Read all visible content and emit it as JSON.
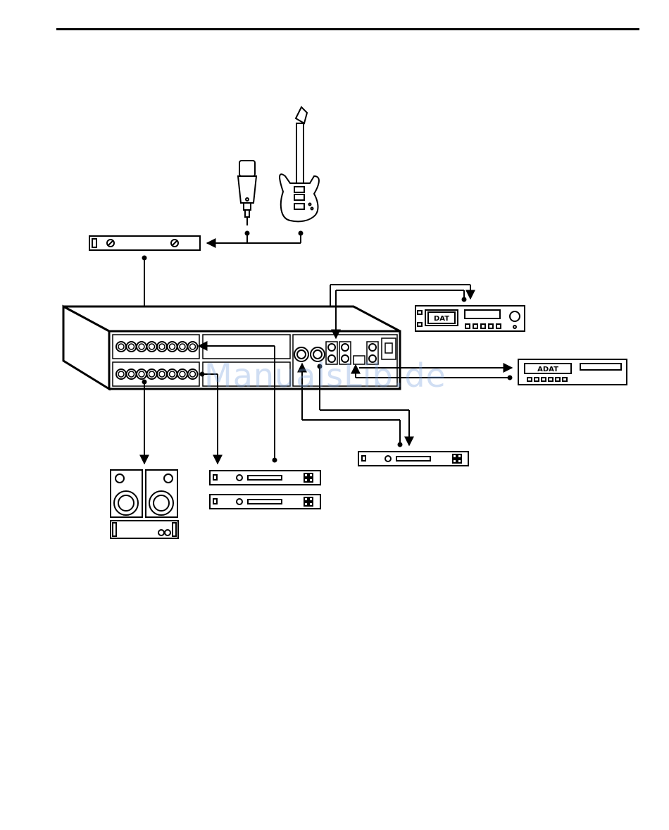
{
  "devices": {
    "dat": {
      "label": "DAT"
    },
    "adat": {
      "label": "ADAT"
    }
  },
  "watermark": {
    "text": "ManualsLib.de"
  },
  "colors": {
    "line": "#000000",
    "watermark": "#7aa0dc"
  }
}
